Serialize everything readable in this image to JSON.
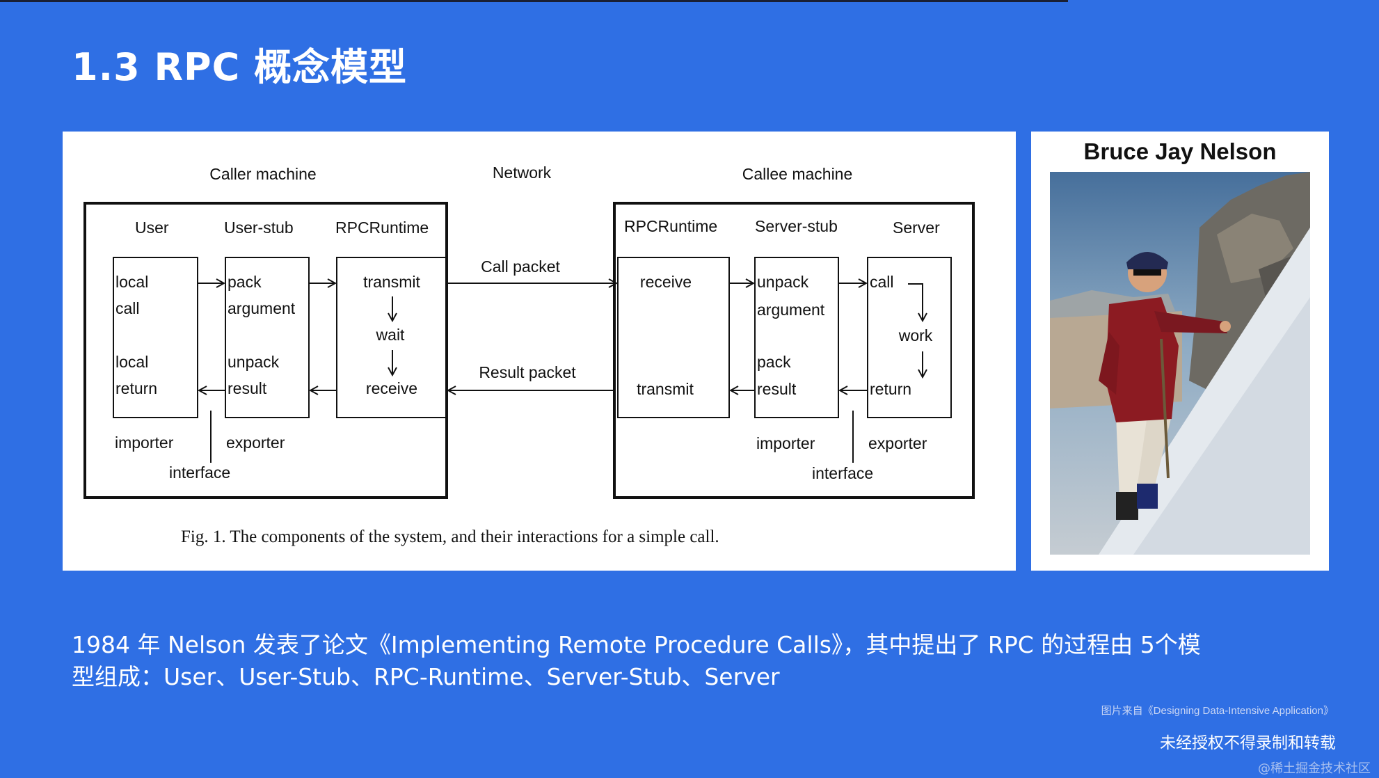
{
  "slide": {
    "title": "1.3 RPC 概念模型",
    "caption_line1": "1984 年 Nelson 发表了论文《Implementing Remote Procedure Calls》，其中提出了 RPC 的过程由 5个模",
    "caption_line2": "型组成：User、User-Stub、RPC-Runtime、Server-Stub、Server",
    "source_note": "图片来自《Designing Data-Intensive Application》",
    "notice": "未经授权不得录制和转载",
    "watermark": "@稀土掘金技术社区"
  },
  "figure": {
    "caller_title": "Caller machine",
    "network_title": "Network",
    "callee_title": "Callee machine",
    "caller": {
      "user": {
        "label": "User",
        "top1": "local",
        "top2": "call",
        "bot1": "local",
        "bot2": "return"
      },
      "stub": {
        "label": "User-stub",
        "top1": "pack",
        "top2": "argument",
        "bot1": "unpack",
        "bot2": "result"
      },
      "runtime": {
        "label": "RPCRuntime",
        "a": "transmit",
        "b": "wait",
        "c": "receive"
      },
      "importer": "importer",
      "exporter": "exporter",
      "interface": "interface"
    },
    "callee": {
      "runtime": {
        "label": "RPCRuntime",
        "a": "receive",
        "b": "transmit"
      },
      "stub": {
        "label": "Server-stub",
        "top1": "unpack",
        "top2": "argument",
        "bot1": "pack",
        "bot2": "result"
      },
      "server": {
        "label": "Server",
        "a": "call",
        "b": "work",
        "c": "return"
      },
      "importer": "importer",
      "exporter": "exporter",
      "interface": "interface"
    },
    "call_packet": "Call packet",
    "result_packet": "Result packet",
    "fig_caption": "Fig. 1.   The components of the system, and their interactions for a simple call."
  },
  "photo": {
    "title": "Bruce Jay Nelson"
  }
}
